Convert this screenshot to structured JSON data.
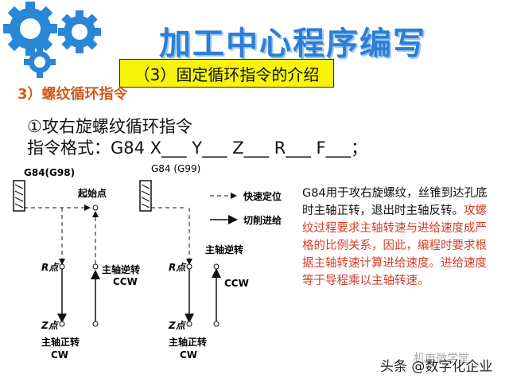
{
  "title": "加工中心程序编写",
  "subtitle": "（3）固定循环指令的介绍",
  "section_heading": "3）螺纹循环指令",
  "instruction_title": "①攻右旋螺纹循环指令",
  "format_line": "指令格式：G84 X___ Y___ Z___ R___ F___；",
  "diagram": {
    "left_label": "G84(G98)",
    "right_label": "G84 (G99)",
    "start_point": "起始点",
    "r_point": "R点",
    "z_point": "Z点",
    "rev_label": "主轴逆转",
    "rev_sub": "CCW",
    "fwd_label": "主轴正转",
    "fwd_sub": "CW",
    "legend_rapid": "快速定位",
    "legend_feed": "切削进给"
  },
  "description": {
    "plain": "G84用于攻右旋螺纹，丝锥到达孔底时主轴正转，退出时主轴反转。",
    "highlight": "攻螺纹过程要求主轴转速与进给速度成严格的比例关系，因此，编程时要求根据主轴转速计算进给速度。进给速度等于导程乘以主轴转速。"
  },
  "footer": "头条 @数字化企业",
  "footer_bg": "机电微学堂",
  "colors": {
    "title": "#2c7fd6",
    "subtitle_bg": "#f7f30a",
    "section": "#d25a1a",
    "highlight_text": "#d1402b",
    "gear": "#2a86d6"
  }
}
